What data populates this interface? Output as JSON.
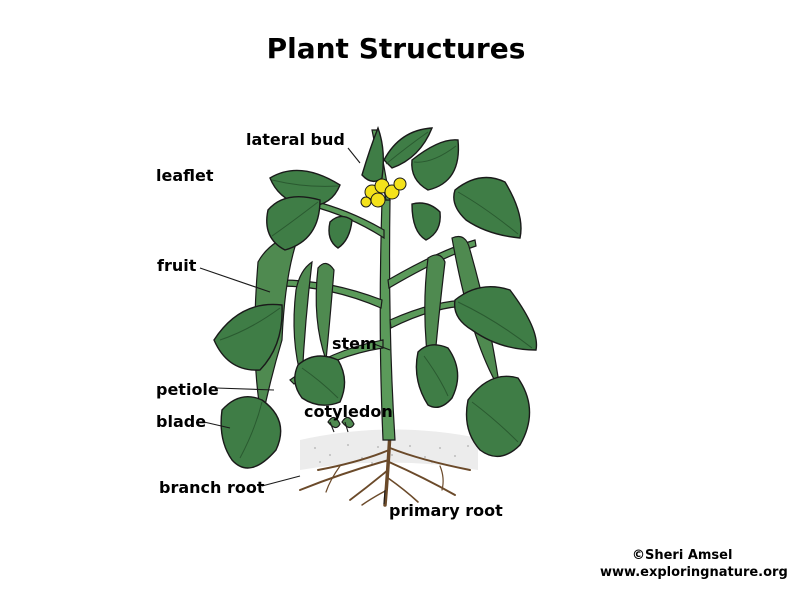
{
  "title": "Plant Structures",
  "labels": {
    "lateral_bud": "lateral bud",
    "leaflet": "leaflet",
    "fruit": "fruit",
    "stem": "stem",
    "petiole": "petiole",
    "blade": "blade",
    "cotyledon": "cotyledon",
    "branch_root": "branch root",
    "primary_root": "primary root"
  },
  "credit": {
    "author": "©Sheri Amsel",
    "website": "www.exploringnature.org"
  },
  "colors": {
    "leaf": "#3f7d46",
    "leaf_vein": "#2a5a30",
    "pod": "#4f8a50",
    "stem": "#5b9a5a",
    "flower": "#f4e21b",
    "soil": "#ececec",
    "root": "#6b4a2a",
    "outline": "#1a1a1a"
  }
}
